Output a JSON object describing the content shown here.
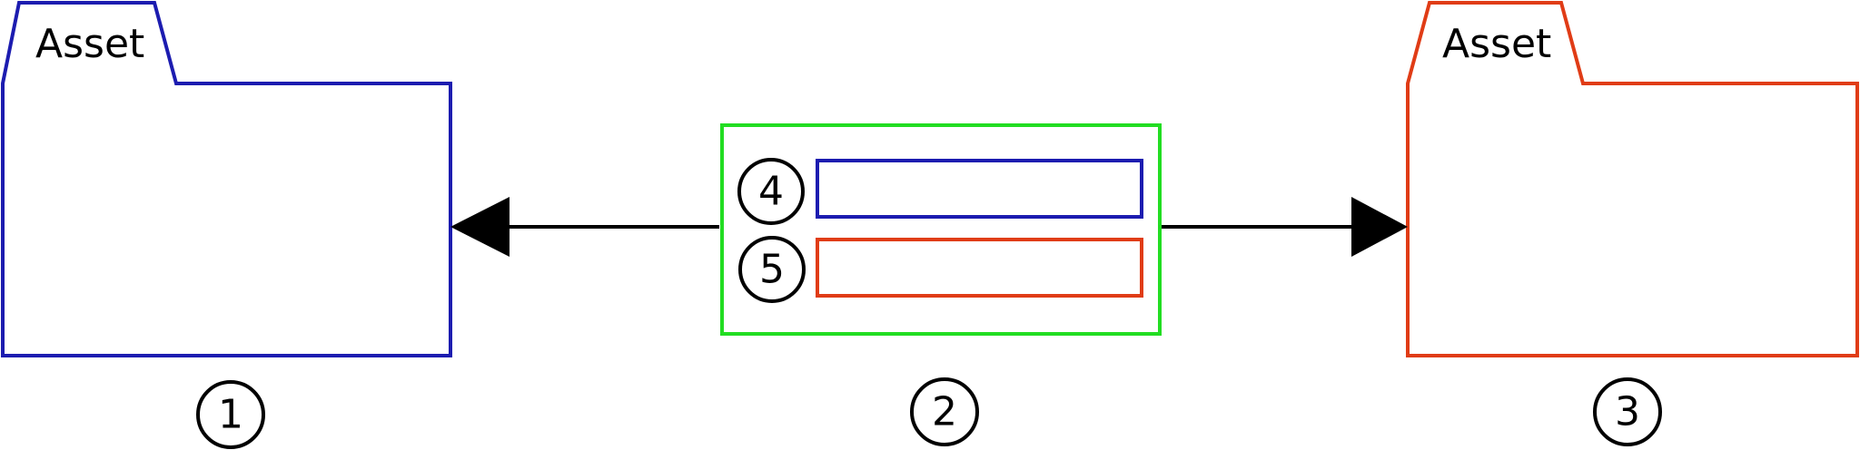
{
  "colors": {
    "left_package": "#1c1cb0",
    "right_package": "#e03c16",
    "middle_frame": "#22dd22",
    "connector": "#000000",
    "callout_outline": "#000000",
    "row_4_box": "#1c1cb0",
    "row_5_box": "#e03c16"
  },
  "left_package": {
    "label": "Asset",
    "callout": "1"
  },
  "middle_box": {
    "callout": "2",
    "rows": [
      {
        "callout": "4"
      },
      {
        "callout": "5"
      }
    ]
  },
  "right_package": {
    "label": "Asset",
    "callout": "3"
  },
  "icons": {
    "left_arrowhead": "filled-triangle-arrowhead-left",
    "right_arrowhead": "filled-triangle-arrowhead-right"
  }
}
